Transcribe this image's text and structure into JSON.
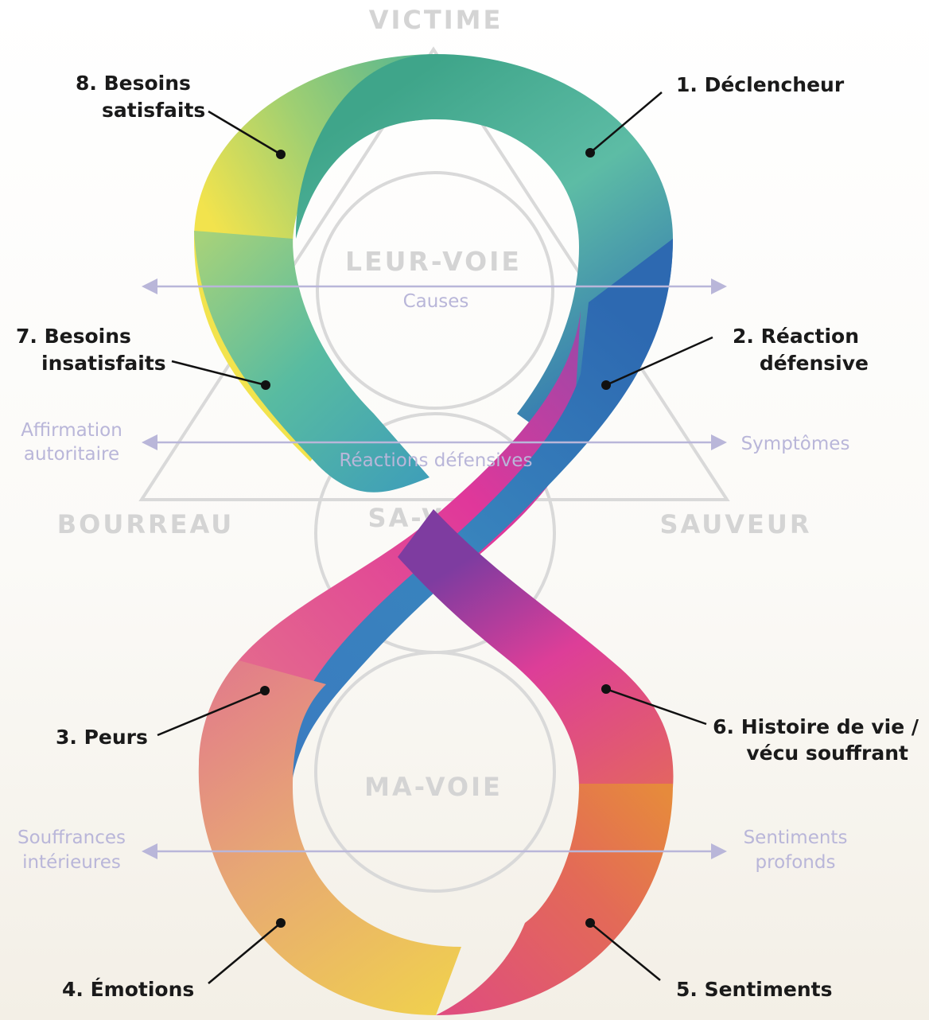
{
  "roles": {
    "victim": "VICTIME",
    "persecutor": "BOURREAU",
    "rescuer": "SAUVEUR"
  },
  "zones": {
    "upper": "LEUR-VOIE",
    "middle": "SA-VOIE",
    "lower": "MA-VOIE"
  },
  "axes": {
    "top_center": "Causes",
    "middle_center": "Réactions défensives",
    "middle_left_line1": "Affirmation",
    "middle_left_line2": "autoritaire",
    "middle_right": "Symptômes",
    "bottom_left_line1": "Souffrances",
    "bottom_left_line2": "intérieures",
    "bottom_right_line1": "Sentiments",
    "bottom_right_line2": "profonds"
  },
  "steps": [
    {
      "line1": "1.  Déclencheur",
      "line2": ""
    },
    {
      "line1": "2. Réaction",
      "line2": "défensive"
    },
    {
      "line1": "3. Peurs",
      "line2": ""
    },
    {
      "line1": "4. Émotions",
      "line2": ""
    },
    {
      "line1": "5. Sentiments",
      "line2": ""
    },
    {
      "line1": "6. Histoire de vie /",
      "line2": "vécu souffrant"
    },
    {
      "line1": "7. Besoins",
      "line2": "insatisfaits"
    },
    {
      "line1": "8. Besoins",
      "line2": "satisfaits"
    }
  ],
  "colors": {
    "yellow": "#f2e34d",
    "teal": "#5cbca0",
    "blue": "#2f6fb3",
    "magenta": "#dd3d97",
    "orange": "#e3704a",
    "gold": "#ecc454",
    "axis": "#b9b6d9",
    "watermark": "#d4d4d4"
  }
}
